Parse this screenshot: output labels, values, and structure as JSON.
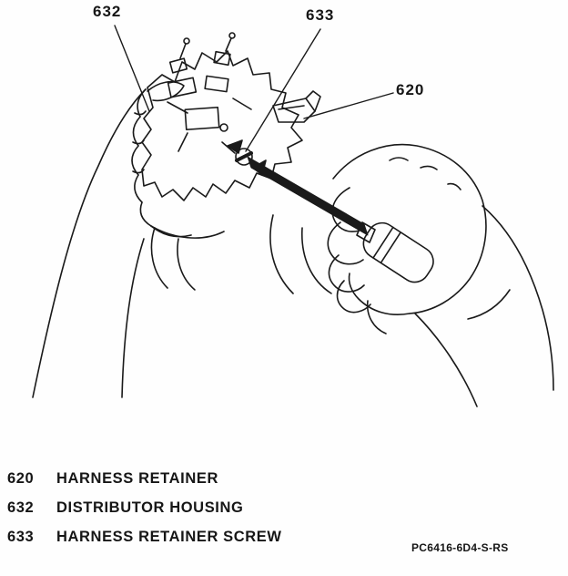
{
  "figure": {
    "callouts": [
      {
        "id": "632",
        "target": "distributor housing"
      },
      {
        "id": "633",
        "target": "harness retainer screw"
      },
      {
        "id": "620",
        "target": "harness retainer"
      }
    ],
    "part_code": "PC6416-6D4-S-RS",
    "description": "Two hands removing harness retainer screw from distributor housing with a screwdriver"
  },
  "legend": {
    "items": [
      {
        "num": "620",
        "label": "HARNESS RETAINER"
      },
      {
        "num": "632",
        "label": "DISTRIBUTOR HOUSING"
      },
      {
        "num": "633",
        "label": "HARNESS RETAINER SCREW"
      }
    ]
  }
}
